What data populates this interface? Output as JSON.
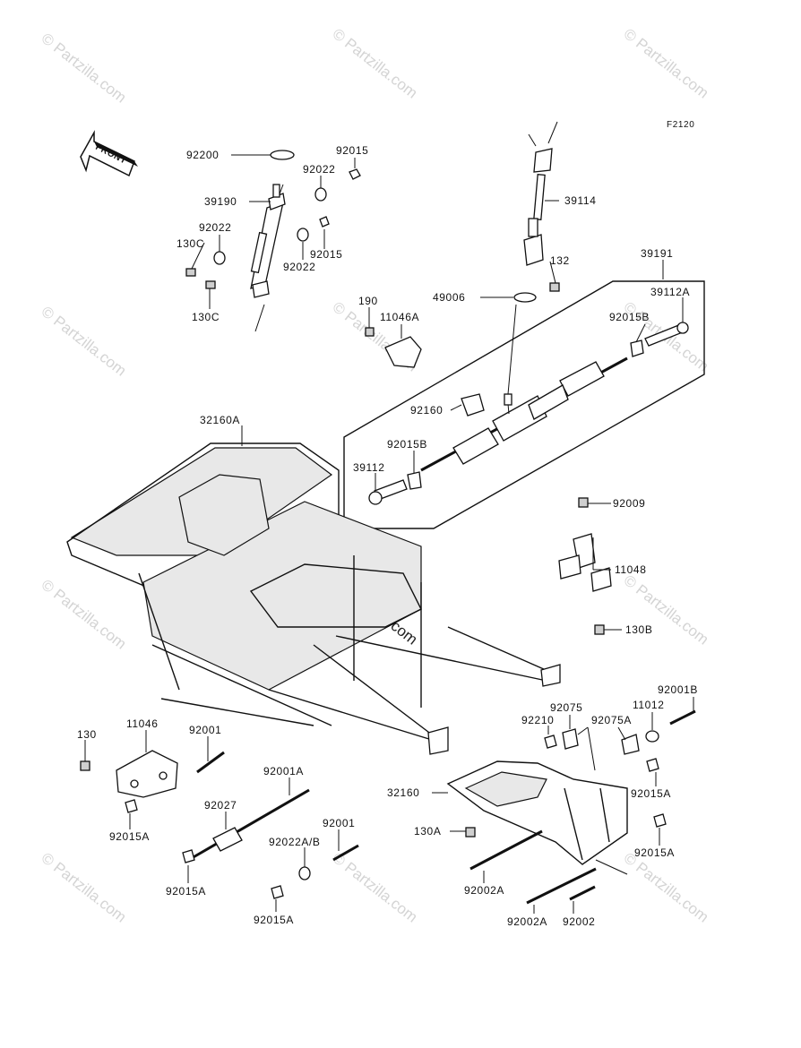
{
  "diagram_id": "F2120",
  "front_label": "FRONT",
  "watermark_text": "© Partzilla.com",
  "labels": {
    "l92200": "92200",
    "l92015_top": "92015",
    "l39190": "39190",
    "l92022_a": "92022",
    "l92022_b": "92022",
    "l130C_a": "130C",
    "l92015_mid": "92015",
    "l92022_c": "92022",
    "l130C_b": "130C",
    "l39114": "39114",
    "l132": "132",
    "l39191": "39191",
    "l49006": "49006",
    "l39112A": "39112A",
    "l190": "190",
    "l11046A": "11046A",
    "l92015B_a": "92015B",
    "l92160": "92160",
    "l92015B_b": "92015B",
    "l39112": "39112",
    "l32160A": "32160A",
    "l92009": "92009",
    "l11048": "11048",
    "l130B": "130B",
    "l92075": "92075",
    "l92001B": "92001B",
    "l11012": "11012",
    "l92210": "92210",
    "l92075A": "92075A",
    "l130": "130",
    "l11046": "11046",
    "l92001_a": "92001",
    "l92001A": "92001A",
    "l92015A_a": "92015A",
    "l92027": "92027",
    "l92001_b": "92001",
    "l92022AB": "92022A/B",
    "l92015A_b": "92015A",
    "l92015A_c": "92015A",
    "l32160": "32160",
    "l130A": "130A",
    "l92015A_d": "92015A",
    "l92015A_e": "92015A",
    "l92002A_a": "92002A",
    "l92002A_b": "92002A",
    "l92002": "92002"
  }
}
